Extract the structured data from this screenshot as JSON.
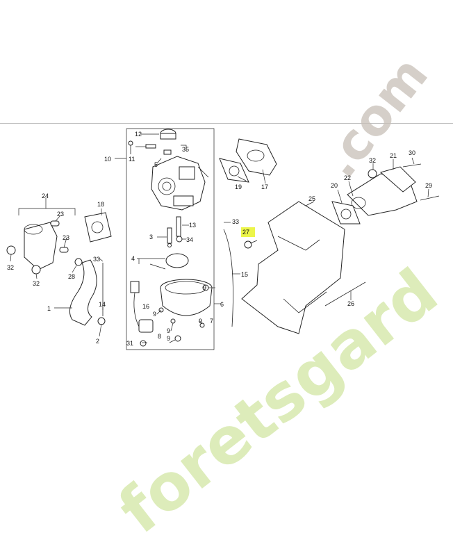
{
  "watermark": {
    "brand": "foretsgard",
    "domain": ".com"
  },
  "labels": {
    "l1": "1",
    "l2": "2",
    "l3": "3",
    "l4": "4",
    "l5": "5",
    "l6": "6",
    "l7": "7",
    "l8": "8",
    "l9a": "9",
    "l9b": "9",
    "l9c": "9",
    "l9d": "9",
    "l9e": "9",
    "l10": "10",
    "l11": "11",
    "l12": "12",
    "l13": "13",
    "l14": "14",
    "l15": "15",
    "l16": "16",
    "l17": "17",
    "l18": "18",
    "l19": "19",
    "l20": "20",
    "l21": "21",
    "l22": "22",
    "l23a": "23",
    "l23b": "23",
    "l24": "24",
    "l25": "25",
    "l26": "26",
    "l27": "27",
    "l28": "28",
    "l29": "29",
    "l30": "30",
    "l31": "31",
    "l32a": "32",
    "l32b": "32",
    "l32c": "32",
    "l33a": "33",
    "l33b": "33",
    "l34": "34",
    "l35": "35"
  },
  "colors": {
    "highlight": "#ecf54a",
    "watermark_brand": "#d5e8a9",
    "watermark_domain": "#c8c0b8"
  }
}
